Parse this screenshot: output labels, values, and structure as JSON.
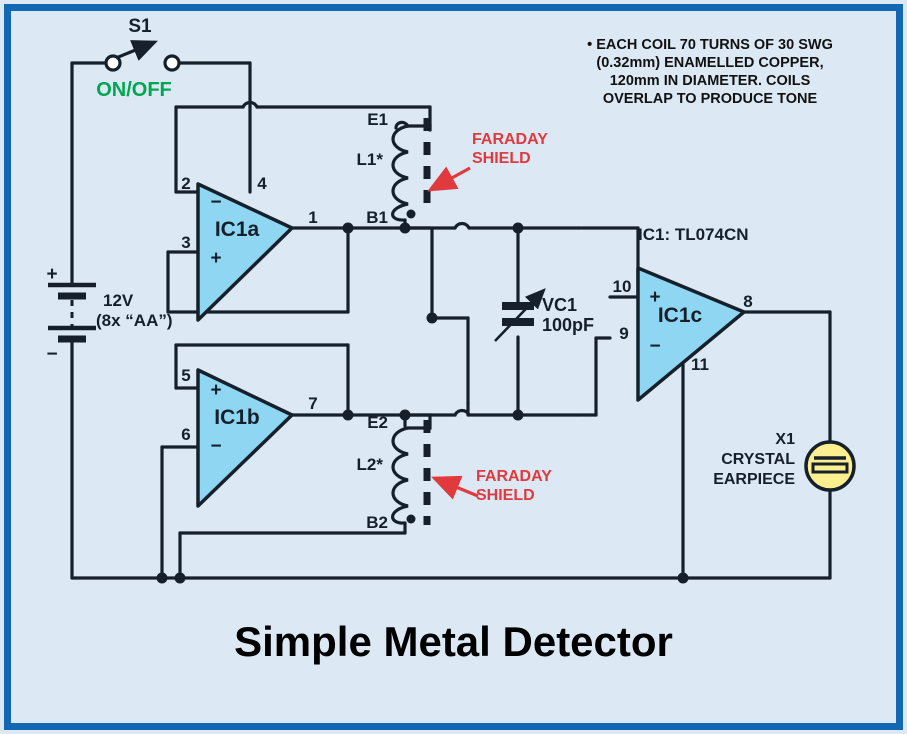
{
  "figure": {
    "title": "Simple Metal Detector",
    "background_color": "#dce9f5",
    "border_color": "#1268b3",
    "wire_color": "#1a1f２6"
  },
  "note": {
    "bullet": "•",
    "line1": "EACH COIL 70 TURNS OF 30 SWG",
    "line2": "(0.32mm) ENAMELLED COPPER,",
    "line3": "120mm IN DIAMETER. COILS",
    "line4": "OVERLAP TO PRODUCE TONE"
  },
  "switch": {
    "ref": "S1",
    "label": "ON/OFF",
    "label_color": "#00a651"
  },
  "battery": {
    "value": "12V",
    "detail": "(8x “AA”)",
    "plus": "+",
    "minus": "−"
  },
  "opamps": [
    {
      "ref": "IC1a",
      "pin_out": "1",
      "pin_inv": "2",
      "pin_noninv": "3",
      "pin_power": "4",
      "sym_top": "−",
      "sym_bottom": "+",
      "fill": "#8fd6f2"
    },
    {
      "ref": "IC1b",
      "pin_out": "7",
      "pin_inv": "6",
      "pin_noninv": "5",
      "sym_top": "+",
      "sym_bottom": "−",
      "fill": "#8fd6f2"
    },
    {
      "ref": "IC1c",
      "pin_out": "8",
      "pin_inv": "9",
      "pin_noninv": "10",
      "pin_power": "11",
      "sym_top": "+",
      "sym_bottom": "−",
      "fill": "#8fd6f2"
    }
  ],
  "ic_part": "IC1: TL074CN",
  "coils": [
    {
      "ref": "L1*",
      "top_terminal": "E1",
      "bottom_terminal": "B1"
    },
    {
      "ref": "L2*",
      "top_terminal": "E2",
      "bottom_terminal": "B2"
    }
  ],
  "shields": [
    {
      "label_line1": "FARADAY",
      "label_line2": "SHIELD",
      "color": "#e03a3e"
    },
    {
      "label_line1": "FARADAY",
      "label_line2": "SHIELD",
      "color": "#e03a3e"
    }
  ],
  "capacitor": {
    "ref": "VC1",
    "value": "100pF"
  },
  "earpiece": {
    "ref": "X1",
    "line1": "CRYSTAL",
    "line2": "EARPIECE",
    "body_color": "#fdee8f"
  }
}
